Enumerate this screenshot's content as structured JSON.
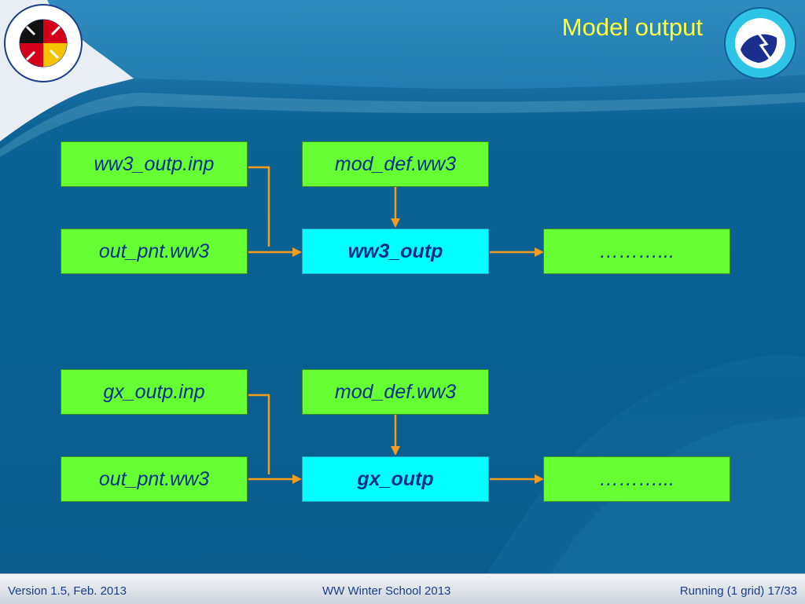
{
  "slide": {
    "title": "Model output"
  },
  "logos": {
    "umd": {
      "icon": "university-of-maryland-seal-icon"
    },
    "nws": {
      "icon": "national-weather-service-logo-icon"
    }
  },
  "diagram": {
    "group1": {
      "input_file": "ww3_outp.inp",
      "model_def": "mod_def.ww3",
      "point_output": "out_pnt.ww3",
      "program": "ww3_outp",
      "result": "………..."
    },
    "group2": {
      "input_file": "gx_outp.inp",
      "model_def": "mod_def.ww3",
      "point_output": "out_pnt.ww3",
      "program": "gx_outp",
      "result": "………..."
    },
    "colors": {
      "file_box": "#66ff33",
      "program_box": "#00ffff",
      "arrow": "#f39c1d",
      "text": "#002e8a"
    }
  },
  "footer": {
    "version": "Version 1.5, Feb. 2013",
    "event": "WW Winter School 2013",
    "page": "Running (1 grid) 17/33"
  }
}
